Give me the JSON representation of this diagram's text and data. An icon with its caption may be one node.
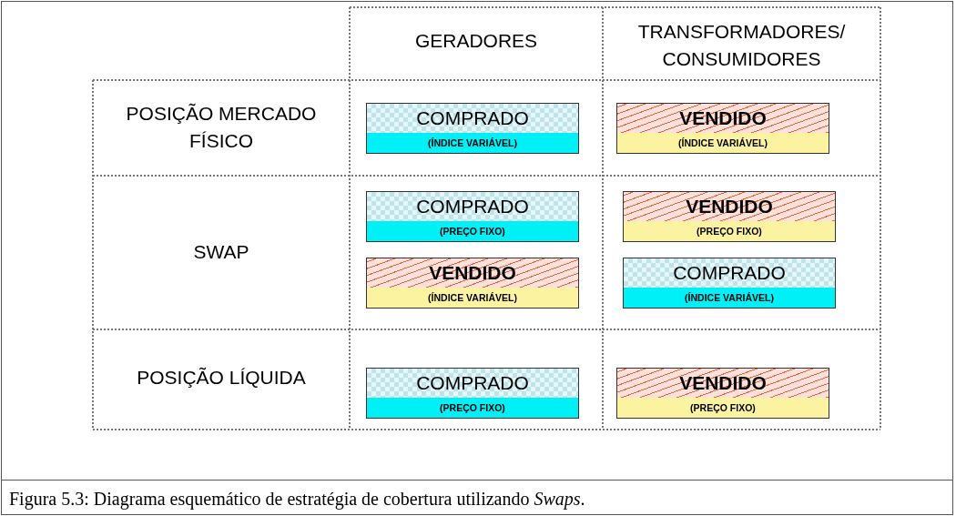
{
  "diagram": {
    "caption": "Figura 5.3: Diagrama esquemático de estratégia de cobertura utilizando *Swaps*.",
    "nodes": [
      {
        "text": [
          "COMPRADO",
          "(ÍNDICE VARIÁVEL)"
        ]
      },
      {
        "text": [
          "VENDIDO",
          "(ÍNDICE VARIÁVEL)"
        ]
      },
      {
        "text": [
          "COMPRADO",
          "(PREÇO FIXO)"
        ]
      },
      {
        "text": [
          "VENDIDO",
          "(PREÇO FIXO)"
        ]
      },
      {
        "text": [
          "VENDIDO",
          "(ÍNDICE VARIÁVEL)"
        ]
      },
      {
        "text": [
          "COMPRADO",
          "(ÍNDICE VARIÁVEL)"
        ]
      },
      {
        "text": [
          "COMPRADO",
          "(PREÇO FIXO)"
        ]
      },
      {
        "text": [
          "VENDIDO",
          "(PREÇO FIXO)"
        ]
      }
    ],
    "labels": [
      "GERADORES",
      "TRANSFORMADORES/ CONSUMIDORES",
      "POSIÇÃO MERCADO FÍSICO",
      "SWAP",
      "POSIÇÃO LÍQUIDA"
    ]
  }
}
